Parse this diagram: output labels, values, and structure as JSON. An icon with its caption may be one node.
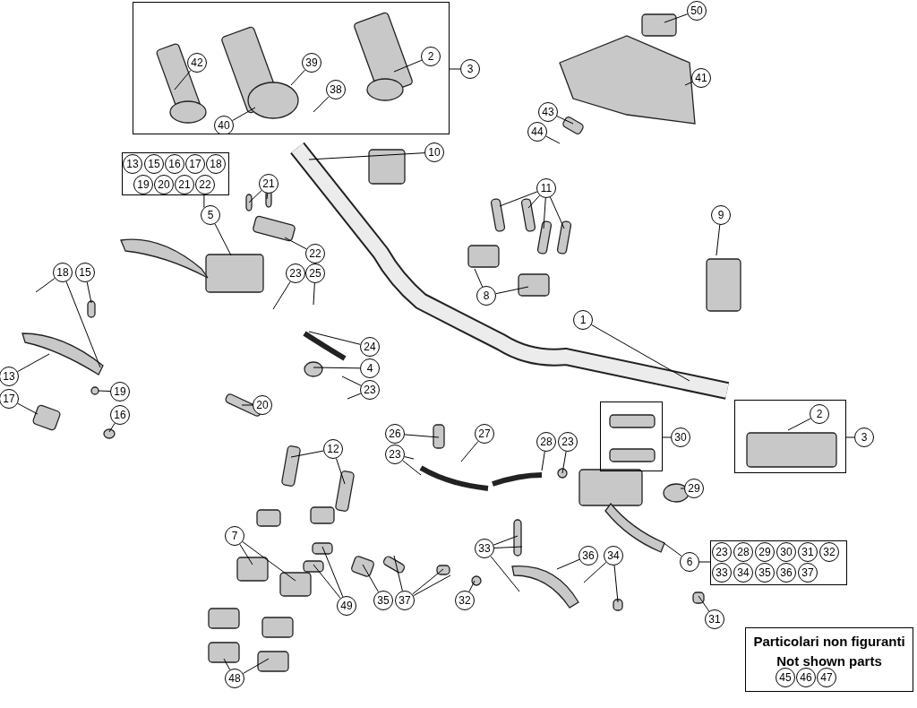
{
  "diagram": {
    "nodes": [
      {
        "text": [],
        "shape": "box"
      },
      {
        "text": [
          "42"
        ],
        "in": 0
      },
      {
        "text": [
          "39"
        ],
        "in": 0
      },
      {
        "text": [
          "2"
        ],
        "in": 0
      },
      {
        "text": [
          "38"
        ],
        "in": 0
      },
      {
        "text": [
          "40"
        ],
        "in": 0
      },
      {
        "text": [
          "50"
        ]
      },
      {
        "text": [
          "3"
        ]
      },
      {
        "text": [
          "41"
        ]
      },
      {
        "text": [
          "43"
        ]
      },
      {
        "text": [
          "44"
        ]
      },
      {
        "text": [
          "10"
        ]
      },
      {
        "text": [],
        "shape": "box"
      },
      {
        "text": [
          "13"
        ],
        "in": 12
      },
      {
        "text": [
          "15"
        ],
        "in": 12
      },
      {
        "text": [
          "16"
        ],
        "in": 12
      },
      {
        "text": [
          "17"
        ],
        "in": 12
      },
      {
        "text": [
          "18"
        ],
        "in": 12
      },
      {
        "text": [
          "19"
        ],
        "in": 12
      },
      {
        "text": [
          "20"
        ],
        "in": 12
      },
      {
        "text": [
          "21"
        ],
        "in": 12
      },
      {
        "text": [
          "22"
        ],
        "in": 12
      },
      {
        "text": [
          "21"
        ]
      },
      {
        "text": [
          "5"
        ]
      },
      {
        "text": [
          "11"
        ]
      },
      {
        "text": [
          "9"
        ]
      },
      {
        "text": [
          "22"
        ]
      },
      {
        "text": [
          "18"
        ]
      },
      {
        "text": [
          "15"
        ]
      },
      {
        "text": [
          "23"
        ]
      },
      {
        "text": [
          "25"
        ]
      },
      {
        "text": [
          "8"
        ]
      },
      {
        "text": [
          "1"
        ]
      },
      {
        "text": [
          "24"
        ]
      },
      {
        "text": [
          "13"
        ]
      },
      {
        "text": [
          "4"
        ]
      },
      {
        "text": [
          "19"
        ]
      },
      {
        "text": [
          "23"
        ]
      },
      {
        "text": [
          "17"
        ]
      },
      {
        "text": [
          "20"
        ]
      },
      {
        "text": [],
        "shape": "box"
      },
      {
        "text": [
          "2"
        ],
        "in": 40
      },
      {
        "text": [
          "16"
        ]
      },
      {
        "text": [
          "26"
        ]
      },
      {
        "text": [
          "27"
        ]
      },
      {
        "text": [
          "28"
        ]
      },
      {
        "text": [
          "23"
        ]
      },
      {
        "text": [],
        "shape": "box"
      },
      {
        "text": [
          "30"
        ]
      },
      {
        "text": [
          "3"
        ]
      },
      {
        "text": [
          "12"
        ]
      },
      {
        "text": [
          "23"
        ]
      },
      {
        "text": [
          "29"
        ]
      },
      {
        "text": [
          "7"
        ]
      },
      {
        "text": [
          "33"
        ]
      },
      {
        "text": [],
        "shape": "box"
      },
      {
        "text": [
          "23"
        ],
        "in": 55
      },
      {
        "text": [
          "28"
        ],
        "in": 55
      },
      {
        "text": [
          "29"
        ],
        "in": 55
      },
      {
        "text": [
          "30"
        ],
        "in": 55
      },
      {
        "text": [
          "31"
        ],
        "in": 55
      },
      {
        "text": [
          "32"
        ],
        "in": 55
      },
      {
        "text": [
          "33"
        ],
        "in": 55
      },
      {
        "text": [
          "34"
        ],
        "in": 55
      },
      {
        "text": [
          "35"
        ],
        "in": 55
      },
      {
        "text": [
          "36"
        ],
        "in": 55
      },
      {
        "text": [
          "37"
        ],
        "in": 55
      },
      {
        "text": [
          "6"
        ]
      },
      {
        "text": [
          "36"
        ]
      },
      {
        "text": [
          "34"
        ]
      },
      {
        "text": [
          "35"
        ]
      },
      {
        "text": [
          "37"
        ]
      },
      {
        "text": [
          "32"
        ]
      },
      {
        "text": [
          "49"
        ]
      },
      {
        "text": [
          "31"
        ]
      },
      {
        "text": [
          "48"
        ]
      },
      {
        "text": [
          "Particolari non figuranti",
          "Not shown parts"
        ]
      },
      {
        "text": [
          "45"
        ],
        "in": 76
      },
      {
        "text": [
          "46"
        ],
        "in": 76
      },
      {
        "text": [
          "47"
        ],
        "in": 76
      }
    ],
    "edges": [
      {
        "from": 1,
        "to": null,
        "arrow": "none"
      },
      {
        "from": 2,
        "to": null,
        "arrow": "none"
      },
      {
        "from": 3,
        "to": null,
        "arrow": "none"
      },
      {
        "from": 4,
        "to": null,
        "arrow": "none"
      },
      {
        "from": 5,
        "to": null,
        "arrow": "none"
      },
      {
        "from": 6,
        "to": null,
        "arrow": "none"
      },
      {
        "from": 7,
        "to": 0,
        "arrow": "none"
      },
      {
        "from": 8,
        "to": null,
        "arrow": "none"
      },
      {
        "from": 9,
        "to": null,
        "arrow": "none"
      },
      {
        "from": 10,
        "to": null,
        "arrow": "none"
      },
      {
        "from": 11,
        "to": null,
        "arrow": "none"
      },
      {
        "from": 12,
        "to": 23,
        "arrow": "none"
      },
      {
        "from": 22,
        "to": null,
        "arrow": "none"
      },
      {
        "from": 22,
        "to": null,
        "arrow": "none"
      },
      {
        "from": 23,
        "to": null,
        "arrow": "none"
      },
      {
        "from": 24,
        "to": null,
        "arrow": "none"
      },
      {
        "from": 24,
        "to": null,
        "arrow": "none"
      },
      {
        "from": 24,
        "to": null,
        "arrow": "none"
      },
      {
        "from": 24,
        "to": null,
        "arrow": "none"
      },
      {
        "from": 25,
        "to": null,
        "arrow": "none"
      },
      {
        "from": 26,
        "to": null,
        "arrow": "none"
      },
      {
        "from": 27,
        "to": null,
        "arrow": "none"
      },
      {
        "from": 27,
        "to": null,
        "arrow": "none"
      },
      {
        "from": 28,
        "to": null,
        "arrow": "none"
      },
      {
        "from": 29,
        "to": null,
        "arrow": "none"
      },
      {
        "from": 30,
        "to": null,
        "arrow": "none"
      },
      {
        "from": 31,
        "to": null,
        "arrow": "none"
      },
      {
        "from": 31,
        "to": null,
        "arrow": "none"
      },
      {
        "from": 32,
        "to": null,
        "arrow": "none"
      },
      {
        "from": 33,
        "to": null,
        "arrow": "none"
      },
      {
        "from": 34,
        "to": null,
        "arrow": "none"
      },
      {
        "from": 35,
        "to": null,
        "arrow": "none"
      },
      {
        "from": 36,
        "to": null,
        "arrow": "none"
      },
      {
        "from": 37,
        "to": null,
        "arrow": "none"
      },
      {
        "from": 37,
        "to": null,
        "arrow": "none"
      },
      {
        "from": 38,
        "to": null,
        "arrow": "none"
      },
      {
        "from": 39,
        "to": null,
        "arrow": "none"
      },
      {
        "from": 41,
        "to": null,
        "arrow": "none"
      },
      {
        "from": 42,
        "to": null,
        "arrow": "none"
      },
      {
        "from": 43,
        "to": null,
        "arrow": "none"
      },
      {
        "from": 44,
        "to": null,
        "arrow": "none"
      },
      {
        "from": 45,
        "to": null,
        "arrow": "none"
      },
      {
        "from": 46,
        "to": null,
        "arrow": "none"
      },
      {
        "from": 48,
        "to": 47,
        "arrow": "none"
      },
      {
        "from": 49,
        "to": 40,
        "arrow": "none"
      },
      {
        "from": 50,
        "to": null,
        "arrow": "none"
      },
      {
        "from": 50,
        "to": null,
        "arrow": "none"
      },
      {
        "from": 51,
        "to": null,
        "arrow": "none"
      },
      {
        "from": 51,
        "to": null,
        "arrow": "none"
      },
      {
        "from": 52,
        "to": null,
        "arrow": "none"
      },
      {
        "from": 53,
        "to": null,
        "arrow": "none"
      },
      {
        "from": 53,
        "to": null,
        "arrow": "none"
      },
      {
        "from": 54,
        "to": null,
        "arrow": "none"
      },
      {
        "from": 54,
        "to": null,
        "arrow": "none"
      },
      {
        "from": 54,
        "to": null,
        "arrow": "none"
      },
      {
        "from": 67,
        "to": 55,
        "arrow": "none"
      },
      {
        "from": 67,
        "to": null,
        "arrow": "none"
      },
      {
        "from": 68,
        "to": null,
        "arrow": "none"
      },
      {
        "from": 69,
        "to": null,
        "arrow": "none"
      },
      {
        "from": 69,
        "to": null,
        "arrow": "none"
      },
      {
        "from": 70,
        "to": null,
        "arrow": "none"
      },
      {
        "from": 71,
        "to": null,
        "arrow": "none"
      },
      {
        "from": 71,
        "to": null,
        "arrow": "none"
      },
      {
        "from": 71,
        "to": null,
        "arrow": "none"
      },
      {
        "from": 72,
        "to": null,
        "arrow": "none"
      },
      {
        "from": 73,
        "to": null,
        "arrow": "none"
      },
      {
        "from": 73,
        "to": null,
        "arrow": "none"
      },
      {
        "from": 74,
        "to": null,
        "arrow": "none"
      },
      {
        "from": 75,
        "to": null,
        "arrow": "none"
      },
      {
        "from": 75,
        "to": null,
        "arrow": "none"
      }
    ]
  }
}
